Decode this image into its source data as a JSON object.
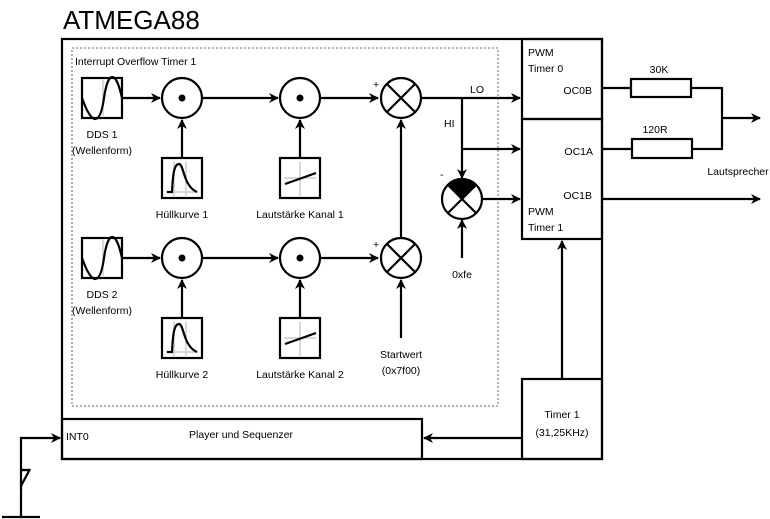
{
  "title": "ATMEGA88",
  "interrupt_group_label": "Interrupt Overflow Timer 1",
  "channel1": {
    "dds_line1": "DDS 1",
    "dds_line2": "(Wellenform)",
    "envelope_label": "Hüllkurve 1",
    "volume_label": "Lautstärke Kanal 1",
    "sum_sign": "+"
  },
  "channel2": {
    "dds_line1": "DDS 2",
    "dds_line2": "(Wellenform)",
    "envelope_label": "Hüllkurve 2",
    "volume_label": "Lautstärke Kanal 2",
    "sum_sign": "+"
  },
  "start_value": {
    "line1": "Startwert",
    "line2": "(0x7f00)"
  },
  "signals": {
    "lo": "LO",
    "hi": "HI",
    "minus_sign": "-",
    "xor_constant": "0xfe"
  },
  "pwm_timer0": {
    "line1": "PWM",
    "line2": "Timer 0",
    "output": "OC0B"
  },
  "pwm_timer1": {
    "output_a": "OC1A",
    "output_b": "OC1B",
    "line1": "PWM",
    "line2": "Timer 1"
  },
  "timer1": {
    "line1": "Timer 1",
    "line2": "(31,25KHz)"
  },
  "player": {
    "input": "INT0",
    "label": "Player und Sequenzer"
  },
  "resistors": {
    "r1": "30K",
    "r2": "120R"
  },
  "speaker_label": "Lautsprecher"
}
